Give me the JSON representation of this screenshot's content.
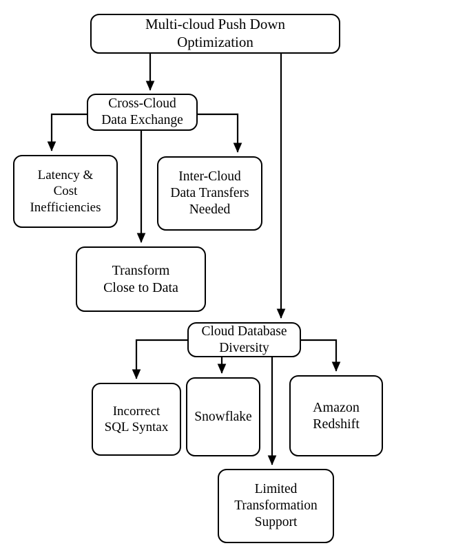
{
  "diagram": {
    "title": "Multi-cloud Push Down Optimization",
    "type": "flowchart",
    "orientation": "top-down",
    "stroke_color": "#000000",
    "fill_color": "#ffffff",
    "text_color": "#000000",
    "nodes": [
      {
        "id": "root",
        "label": "Multi-cloud Push Down\nOptimization",
        "line1": "Multi-cloud Push Down",
        "line2": "Optimization"
      },
      {
        "id": "cross_cloud",
        "label": "Cross-Cloud\nData Exchange",
        "line1": "Cross-Cloud",
        "line2": "Data Exchange"
      },
      {
        "id": "latency",
        "label": "Latency &\nCost\nInefficiencies",
        "line1": "Latency &",
        "line2": "Cost",
        "line3": "Inefficiencies"
      },
      {
        "id": "inter_cloud",
        "label": "Inter-Cloud\nData Transfers\nNeeded",
        "line1": "Inter-Cloud",
        "line2": "Data Transfers",
        "line3": "Needed"
      },
      {
        "id": "transform",
        "label": "Transform\nClose to Data",
        "line1": "Transform",
        "line2": "Close to Data"
      },
      {
        "id": "diversity",
        "label": "Cloud Database\nDiversity",
        "line1": "Cloud Database",
        "line2": "Diversity"
      },
      {
        "id": "sql_syntax",
        "label": "Incorrect\nSQL Syntax",
        "line1": "Incorrect",
        "line2": "SQL Syntax"
      },
      {
        "id": "snowflake",
        "label": "Snowflake",
        "line1": "Snowflake"
      },
      {
        "id": "redshift",
        "label": "Amazon\nRedshift",
        "line1": "Amazon",
        "line2": "Redshift"
      },
      {
        "id": "limited",
        "label": "Limited\nTransformation\nSupport",
        "line1": "Limited",
        "line2": "Transformation",
        "line3": "Support"
      }
    ],
    "edges": [
      {
        "from": "root",
        "to": "cross_cloud",
        "style": "straight-down",
        "arrow": true
      },
      {
        "from": "root",
        "to": "diversity",
        "style": "long-straight-down",
        "arrow": true
      },
      {
        "from": "cross_cloud",
        "to": "latency",
        "style": "elbow-left",
        "arrow": true
      },
      {
        "from": "cross_cloud",
        "to": "inter_cloud",
        "style": "elbow-right",
        "arrow": true
      },
      {
        "from": "cross_cloud",
        "to": "transform",
        "style": "straight-down",
        "arrow": true
      },
      {
        "from": "diversity",
        "to": "sql_syntax",
        "style": "elbow-left",
        "arrow": true
      },
      {
        "from": "diversity",
        "to": "snowflake",
        "style": "straight-down",
        "arrow": true
      },
      {
        "from": "diversity",
        "to": "redshift",
        "style": "elbow-right",
        "arrow": true
      },
      {
        "from": "diversity",
        "to": "limited",
        "style": "straight-down-through",
        "arrow": true
      }
    ]
  }
}
